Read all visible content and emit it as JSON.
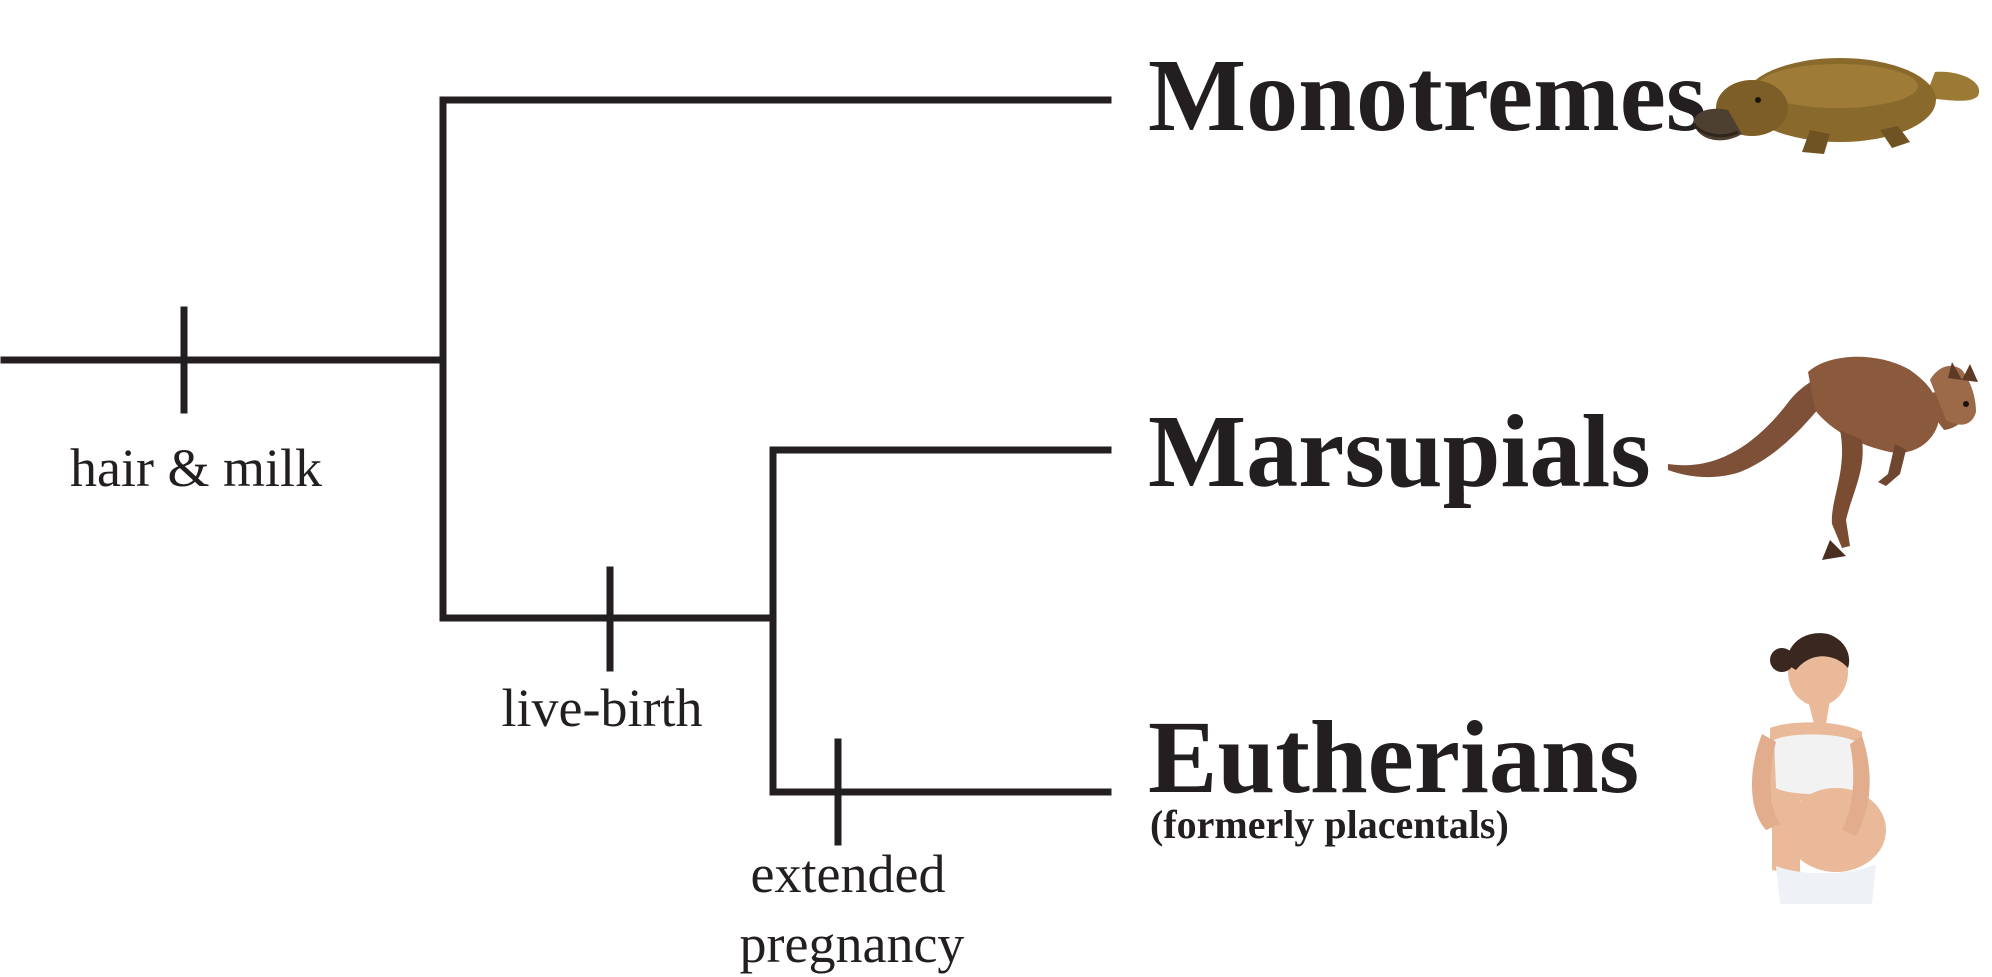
{
  "taxa": {
    "monotremes": {
      "label": "Monotremes",
      "icon": "platypus-icon"
    },
    "marsupials": {
      "label": "Marsupials",
      "icon": "kangaroo-icon"
    },
    "eutherians": {
      "label": "Eutherians",
      "sublabel": "(formerly placentals)",
      "icon": "pregnant-woman-icon"
    }
  },
  "traits": {
    "hair_milk": "hair & milk",
    "live_birth": "live-birth",
    "extended_pregnancy_line1": "extended",
    "extended_pregnancy_line2": "pregnancy"
  },
  "colors": {
    "line": "#231f20",
    "platypus": "#8a6a2c",
    "kangaroo": "#8b5a3c",
    "skin": "#e9b99a",
    "garment": "#f2f2f2"
  }
}
